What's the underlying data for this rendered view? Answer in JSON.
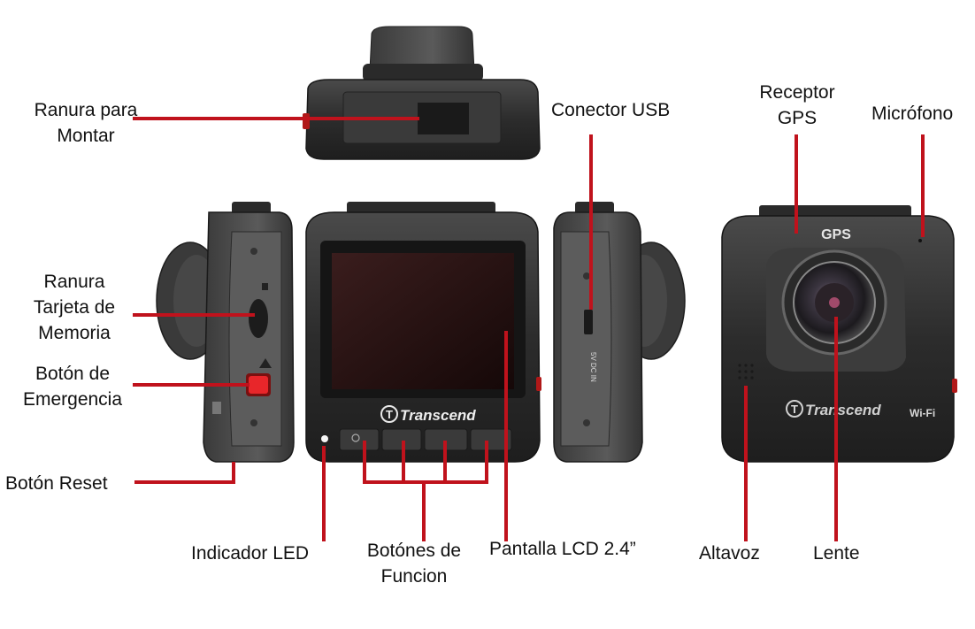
{
  "labels": {
    "mount_slot": [
      "Ranura para",
      "Montar"
    ],
    "usb_connector": "Conector USB",
    "gps_receiver": [
      "Receptor",
      "GPS"
    ],
    "microphone": "Micrófono",
    "memory_card_slot": [
      "Ranura",
      "Tarjeta de",
      "Memoria"
    ],
    "emergency_button": [
      "Botón de",
      "Emergencia"
    ],
    "reset_button": "Botón Reset",
    "led_indicator": "Indicador LED",
    "function_buttons": [
      "Botónes de",
      "Funcion"
    ],
    "lcd_screen": "Pantalla LCD 2.4”",
    "speaker": "Altavoz",
    "lens": "Lente"
  },
  "device_text": {
    "brand_front": "Transcend",
    "brand_back": "Transcend",
    "gps_mark": "GPS",
    "wifi_mark": "Wi-Fi",
    "port_text": "5V DC IN"
  },
  "colors": {
    "callout": "#c0121c",
    "body_dark": "#2b2b2b",
    "emergency_button": "#e8262a"
  }
}
